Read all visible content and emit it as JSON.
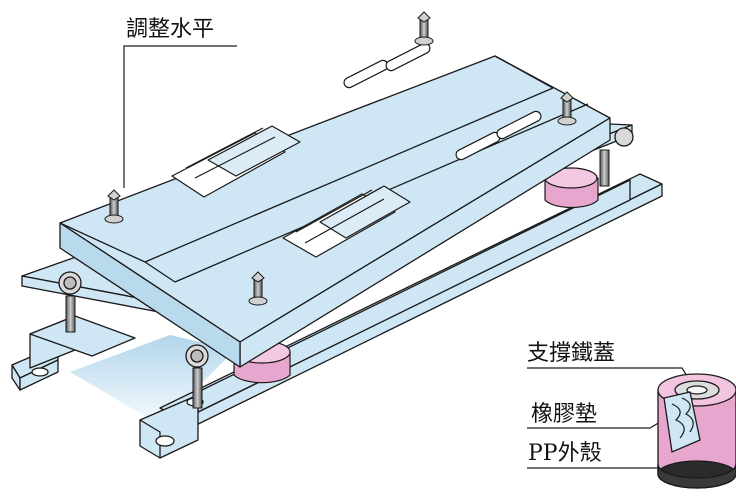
{
  "labels": {
    "level_adjust": "調整水平",
    "support_iron_cover": "支撐鐵蓋",
    "rubber_pad": "橡膠墊",
    "pp_shell": "PP外殼"
  },
  "colors": {
    "panel": "#cfe6f4",
    "panel_side": "#b9d9ec",
    "shadow": "#a9d1ea",
    "rubber": "#e7a6cd",
    "rubber_dark": "#c77fae",
    "metal": "#8d8d8d",
    "line": "#1a1a1a"
  }
}
